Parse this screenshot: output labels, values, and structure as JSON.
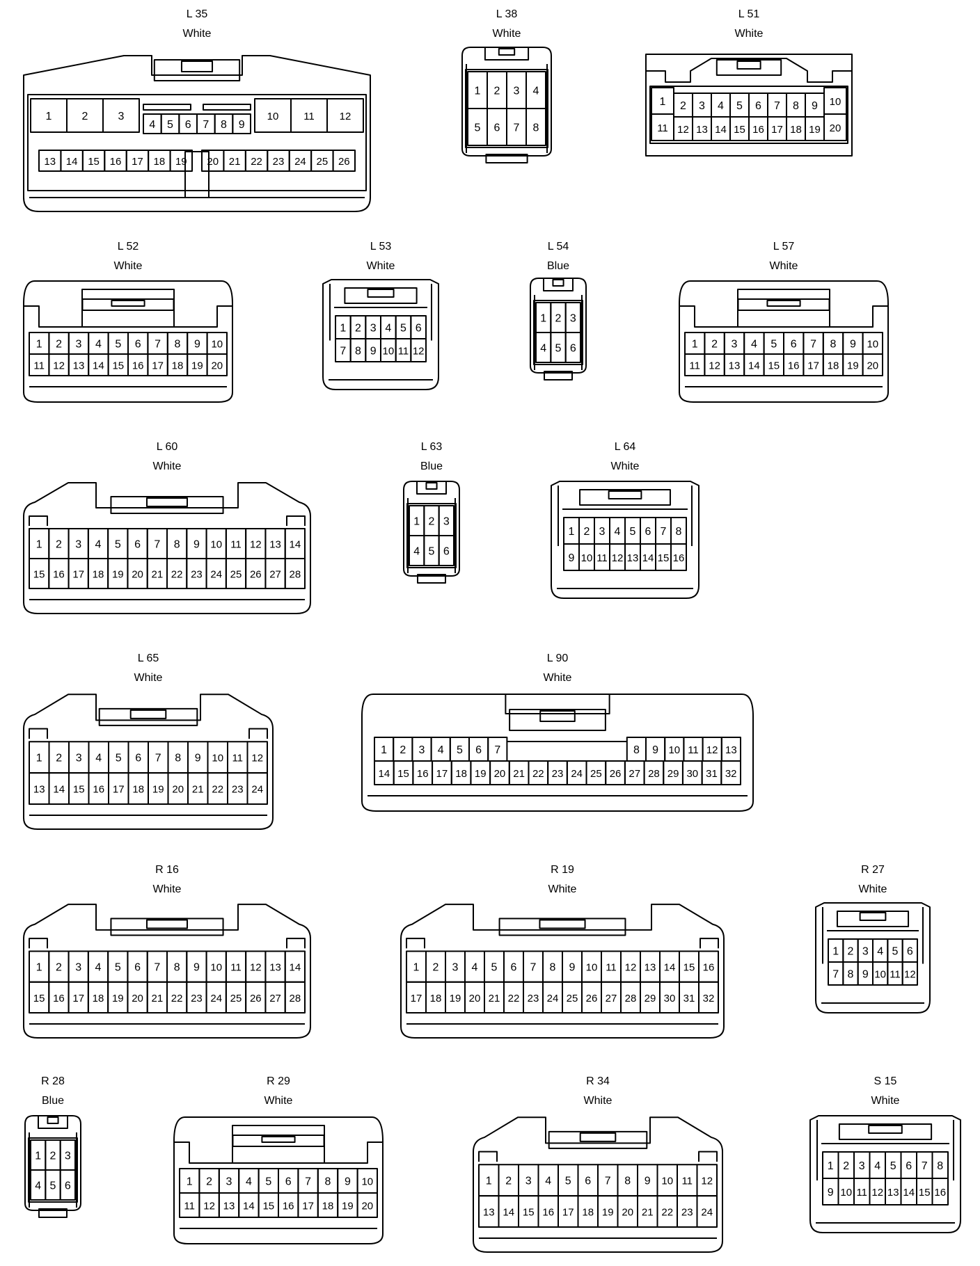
{
  "connectors": [
    {
      "id": "L 35",
      "color": "White",
      "style": "big",
      "rows": [
        [
          "1",
          "2",
          "3",
          "4",
          "5",
          "6",
          "7",
          "8",
          "9",
          "10",
          "11",
          "12"
        ],
        [
          "13",
          "14",
          "15",
          "16",
          "17",
          "18",
          "19",
          "20",
          "21",
          "22",
          "23",
          "24",
          "25",
          "26"
        ]
      ]
    },
    {
      "id": "L 38",
      "color": "White",
      "style": "small",
      "rows": [
        [
          "1",
          "2",
          "3",
          "4"
        ],
        [
          "5",
          "6",
          "7",
          "8"
        ]
      ]
    },
    {
      "id": "L 51",
      "color": "White",
      "style": "wide",
      "rows": [
        [
          "1",
          "2",
          "3",
          "4",
          "5",
          "6",
          "7",
          "8",
          "9",
          "10"
        ],
        [
          "11",
          "12",
          "13",
          "14",
          "15",
          "16",
          "17",
          "18",
          "19",
          "20"
        ]
      ]
    },
    {
      "id": "L 52",
      "color": "White",
      "style": "flat",
      "rows": [
        [
          "1",
          "2",
          "3",
          "4",
          "5",
          "6",
          "7",
          "8",
          "9",
          "10"
        ],
        [
          "11",
          "12",
          "13",
          "14",
          "15",
          "16",
          "17",
          "18",
          "19",
          "20"
        ]
      ]
    },
    {
      "id": "L 53",
      "color": "White",
      "style": "ears",
      "rows": [
        [
          "1",
          "2",
          "3",
          "4",
          "5",
          "6"
        ],
        [
          "7",
          "8",
          "9",
          "10",
          "11",
          "12"
        ]
      ]
    },
    {
      "id": "L 54",
      "color": "Blue",
      "style": "small",
      "rows": [
        [
          "1",
          "2",
          "3"
        ],
        [
          "4",
          "5",
          "6"
        ]
      ]
    },
    {
      "id": "L 57",
      "color": "White",
      "style": "flat",
      "rows": [
        [
          "1",
          "2",
          "3",
          "4",
          "5",
          "6",
          "7",
          "8",
          "9",
          "10"
        ],
        [
          "11",
          "12",
          "13",
          "14",
          "15",
          "16",
          "17",
          "18",
          "19",
          "20"
        ]
      ]
    },
    {
      "id": "L 60",
      "color": "White",
      "style": "towers",
      "rows": [
        [
          "1",
          "2",
          "3",
          "4",
          "5",
          "6",
          "7",
          "8",
          "9",
          "10",
          "11",
          "12",
          "13",
          "14"
        ],
        [
          "15",
          "16",
          "17",
          "18",
          "19",
          "20",
          "21",
          "22",
          "23",
          "24",
          "25",
          "26",
          "27",
          "28"
        ]
      ]
    },
    {
      "id": "L 63",
      "color": "Blue",
      "style": "small",
      "rows": [
        [
          "1",
          "2",
          "3"
        ],
        [
          "4",
          "5",
          "6"
        ]
      ]
    },
    {
      "id": "L 64",
      "color": "White",
      "style": "ears",
      "rows": [
        [
          "1",
          "2",
          "3",
          "4",
          "5",
          "6",
          "7",
          "8"
        ],
        [
          "9",
          "10",
          "11",
          "12",
          "13",
          "14",
          "15",
          "16"
        ]
      ]
    },
    {
      "id": "L 65",
      "color": "White",
      "style": "towers",
      "rows": [
        [
          "1",
          "2",
          "3",
          "4",
          "5",
          "6",
          "7",
          "8",
          "9",
          "10",
          "11",
          "12"
        ],
        [
          "13",
          "14",
          "15",
          "16",
          "17",
          "18",
          "19",
          "20",
          "21",
          "22",
          "23",
          "24"
        ]
      ]
    },
    {
      "id": "L 90",
      "color": "White",
      "style": "l90",
      "rows": [
        [
          "1",
          "2",
          "3",
          "4",
          "5",
          "6",
          "7",
          "8",
          "9",
          "10",
          "11",
          "12",
          "13"
        ],
        [
          "14",
          "15",
          "16",
          "17",
          "18",
          "19",
          "20",
          "21",
          "22",
          "23",
          "24",
          "25",
          "26",
          "27",
          "28",
          "29",
          "30",
          "31",
          "32"
        ]
      ]
    },
    {
      "id": "R 16",
      "color": "White",
      "style": "towers",
      "rows": [
        [
          "1",
          "2",
          "3",
          "4",
          "5",
          "6",
          "7",
          "8",
          "9",
          "10",
          "11",
          "12",
          "13",
          "14"
        ],
        [
          "15",
          "16",
          "17",
          "18",
          "19",
          "20",
          "21",
          "22",
          "23",
          "24",
          "25",
          "26",
          "27",
          "28"
        ]
      ]
    },
    {
      "id": "R 19",
      "color": "White",
      "style": "towers",
      "rows": [
        [
          "1",
          "2",
          "3",
          "4",
          "5",
          "6",
          "7",
          "8",
          "9",
          "10",
          "11",
          "12",
          "13",
          "14",
          "15",
          "16"
        ],
        [
          "17",
          "18",
          "19",
          "20",
          "21",
          "22",
          "23",
          "24",
          "25",
          "26",
          "27",
          "28",
          "29",
          "30",
          "31",
          "32"
        ]
      ]
    },
    {
      "id": "R 27",
      "color": "White",
      "style": "ears",
      "rows": [
        [
          "1",
          "2",
          "3",
          "4",
          "5",
          "6"
        ],
        [
          "7",
          "8",
          "9",
          "10",
          "11",
          "12"
        ]
      ]
    },
    {
      "id": "R 28",
      "color": "Blue",
      "style": "small",
      "rows": [
        [
          "1",
          "2",
          "3"
        ],
        [
          "4",
          "5",
          "6"
        ]
      ]
    },
    {
      "id": "R 29",
      "color": "White",
      "style": "flat",
      "rows": [
        [
          "1",
          "2",
          "3",
          "4",
          "5",
          "6",
          "7",
          "8",
          "9",
          "10"
        ],
        [
          "11",
          "12",
          "13",
          "14",
          "15",
          "16",
          "17",
          "18",
          "19",
          "20"
        ]
      ]
    },
    {
      "id": "R 34",
      "color": "White",
      "style": "towers",
      "rows": [
        [
          "1",
          "2",
          "3",
          "4",
          "5",
          "6",
          "7",
          "8",
          "9",
          "10",
          "11",
          "12"
        ],
        [
          "13",
          "14",
          "15",
          "16",
          "17",
          "18",
          "19",
          "20",
          "21",
          "22",
          "23",
          "24"
        ]
      ]
    },
    {
      "id": "S 15",
      "color": "White",
      "style": "ears",
      "rows": [
        [
          "1",
          "2",
          "3",
          "4",
          "5",
          "6",
          "7",
          "8"
        ],
        [
          "9",
          "10",
          "11",
          "12",
          "13",
          "14",
          "15",
          "16"
        ]
      ]
    }
  ]
}
